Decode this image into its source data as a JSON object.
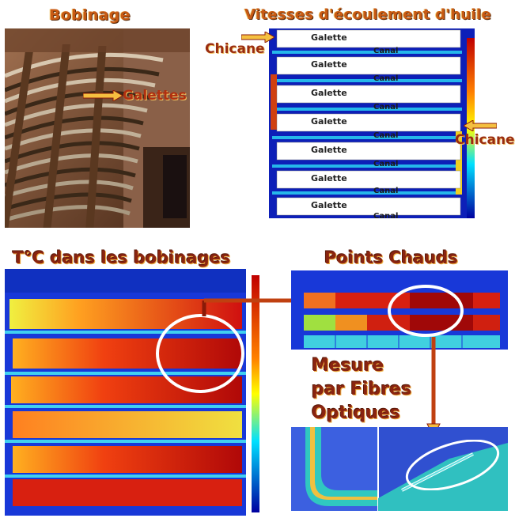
{
  "titles": {
    "bobinage": "Bobinage",
    "vitesses": "Vitesses d'écoulement d'huile",
    "temperature": "T°C dans les bobinages",
    "points_chauds": "Points Chauds"
  },
  "labels": {
    "galettes": "Galettes",
    "chicane_left": "Chicane",
    "chicane_right": "Chicane",
    "mesure_line1": "Mesure",
    "mesure_line2": "par Fibres",
    "mesure_line3": "Optiques"
  },
  "flow_panel": {
    "galette_label": "Galette",
    "canal_label": "Canal",
    "galettes": [
      "Galette",
      "Galette",
      "Galette",
      "Galette",
      "Galette",
      "Galette",
      "Galette"
    ],
    "canaux": [
      "Canal",
      "Canal",
      "Canal",
      "Canal",
      "Canal",
      "Canal",
      "Canal"
    ]
  },
  "colors": {
    "title_orange": "#c85a14",
    "arrow_dark": "#8a1a08",
    "arrow_light": "#f5c040",
    "coolant_blue": "#1a3cd8",
    "hot_red": "#d01010"
  },
  "icons": {
    "arrow": "arrow-right-icon",
    "ellipse": "highlight-ellipse-icon"
  }
}
